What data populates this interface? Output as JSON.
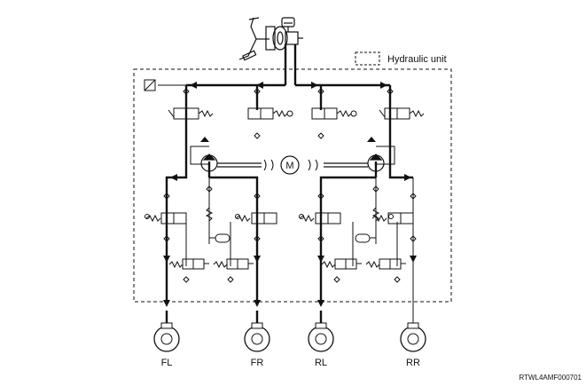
{
  "legend": {
    "label": "Hydraulic unit"
  },
  "wheels": [
    {
      "id": "fl",
      "label": "FL"
    },
    {
      "id": "fr",
      "label": "FR"
    },
    {
      "id": "rl",
      "label": "RL"
    },
    {
      "id": "rr",
      "label": "RR"
    }
  ],
  "motor": {
    "label": "M"
  },
  "footer": {
    "code": "RTWL4AMF000701"
  },
  "colors": {
    "line": "#111111",
    "background": "#ffffff"
  }
}
